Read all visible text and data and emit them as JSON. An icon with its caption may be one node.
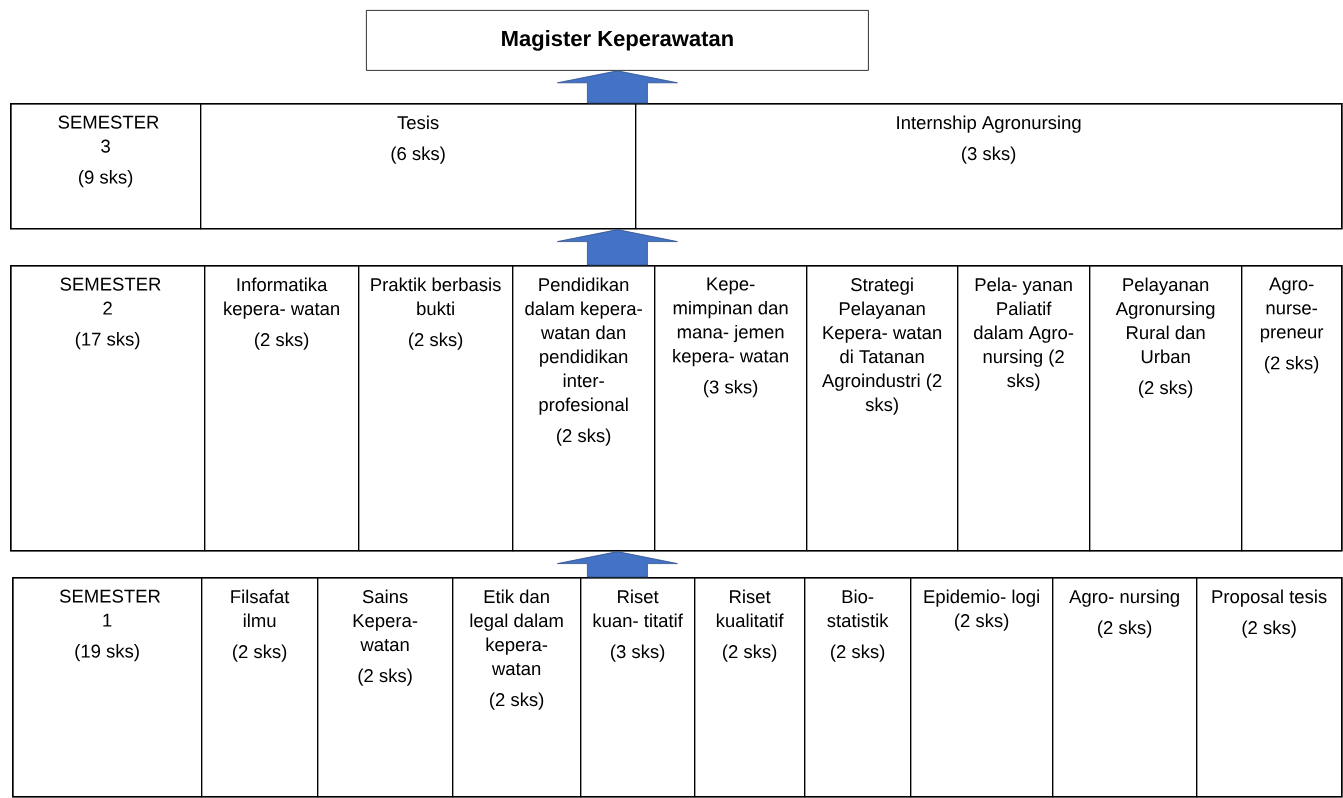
{
  "diagram": {
    "nodes": [
      {
        "text": [
          "Magister Keperawatan"
        ]
      },
      {
        "text": [],
        "shape": "box"
      },
      {
        "text": [
          "SEMESTER 3",
          "(9 sks)"
        ],
        "in": 1
      },
      {
        "text": [
          "Tesis",
          "(6 sks)"
        ],
        "in": 1
      },
      {
        "text": [
          "Internship Agronursing",
          "(3 sks)"
        ],
        "in": 1
      },
      {
        "text": [],
        "shape": "box"
      },
      {
        "text": [
          "SEMESTER 2",
          "(17 sks)"
        ],
        "in": 5
      },
      {
        "text": [
          "Informatika kepera- watan",
          "(2 sks)"
        ],
        "in": 5
      },
      {
        "text": [
          "Praktik berbasis bukti",
          "(2 sks)"
        ],
        "in": 5
      },
      {
        "text": [
          "Pendidikan dalam kepera- watan dan pendidikan inter- profesional",
          "(2 sks)"
        ],
        "in": 5
      },
      {
        "text": [
          "Kepe- mimpinan dan mana- jemen kepera- watan",
          "(3 sks)"
        ],
        "in": 5
      },
      {
        "text": [
          "Strategi Pelayanan Kepera- watan di Tatanan Agroindustri (2 sks)"
        ],
        "in": 5
      },
      {
        "text": [
          "Pela- yanan Paliatif dalam Agro- nursing (2 sks)"
        ],
        "in": 5
      },
      {
        "text": [
          "Pelayanan Agronursing Rural dan Urban",
          "(2 sks)"
        ],
        "in": 5
      },
      {
        "text": [
          "Agro- nurse- preneur",
          "(2 sks)"
        ],
        "in": 5
      },
      {
        "text": [],
        "shape": "box"
      },
      {
        "text": [
          "SEMESTER 1",
          "(19 sks)"
        ],
        "in": 15
      },
      {
        "text": [
          "Filsafat ilmu",
          "(2 sks)"
        ],
        "in": 15
      },
      {
        "text": [
          "Sains Kepera- watan",
          "(2 sks)"
        ],
        "in": 15
      },
      {
        "text": [
          "Etik dan legal dalam kepera- watan",
          "(2 sks)"
        ],
        "in": 15
      },
      {
        "text": [
          "Riset kuan- titatif",
          "(3 sks)"
        ],
        "in": 15
      },
      {
        "text": [
          "Riset kualitatif",
          "(2 sks)"
        ],
        "in": 15
      },
      {
        "text": [
          "Bio- statistik",
          "(2 sks)"
        ],
        "in": 15
      },
      {
        "text": [
          "Epidemio- logi (2 sks)"
        ],
        "in": 15
      },
      {
        "text": [
          "Agro- nursing",
          "(2 sks)"
        ],
        "in": 15
      },
      {
        "text": [
          "Proposal tesis",
          "(2 sks)"
        ],
        "in": 15
      }
    ],
    "edges": [
      {
        "from": 5,
        "to": 1,
        "arrow": "to"
      },
      {
        "from": 15,
        "to": 5,
        "arrow": "to"
      },
      {
        "from": 1,
        "to": 0,
        "arrow": "to"
      }
    ]
  }
}
